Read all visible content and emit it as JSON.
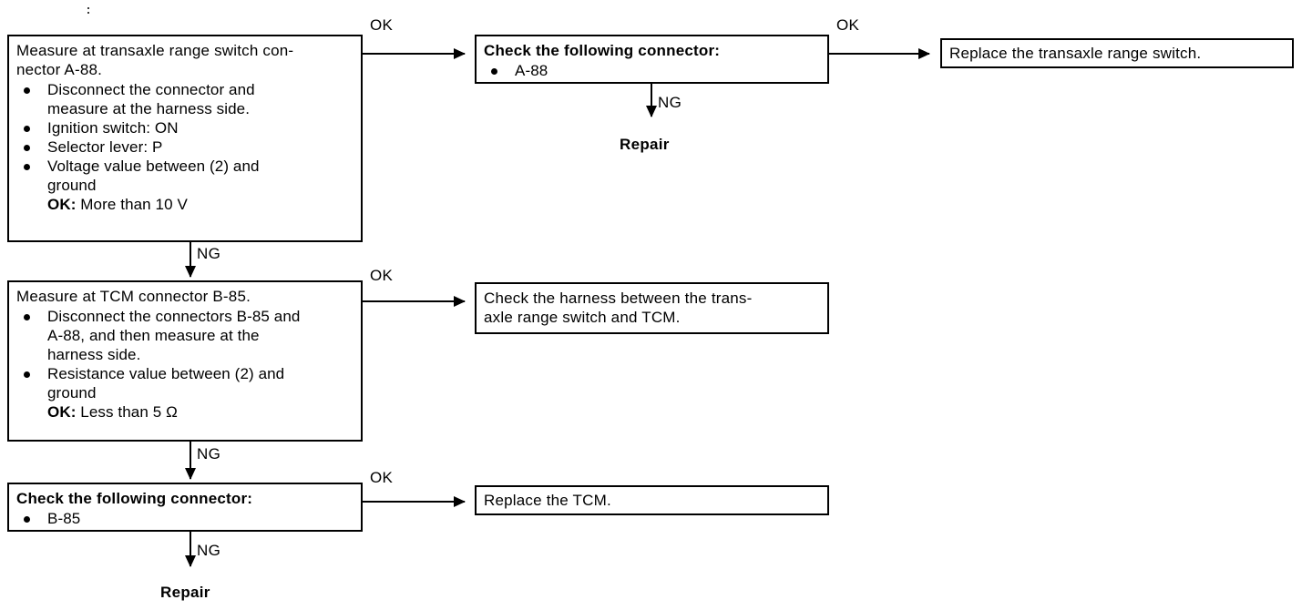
{
  "diagram": {
    "type": "troubleshooting-flowchart",
    "boxes": [
      {
        "id": "measure-transaxle-range-switch",
        "title": "Measure at transaxle range switch con-\nnector A-88.",
        "title_bold": false,
        "bullets": [
          {
            "lines": [
              "Disconnect the connector and",
              "measure at the harness side."
            ]
          },
          {
            "lines": [
              "Ignition switch: ON"
            ]
          },
          {
            "lines": [
              "Selector lever: P"
            ]
          },
          {
            "lines": [
              "Voltage value between (2) and",
              "ground"
            ],
            "result_prefix": "OK:",
            "result_value": " More than 10 V"
          }
        ]
      },
      {
        "id": "check-connector-a88",
        "title": "Check the following connector:",
        "title_bold": true,
        "bullets": [
          {
            "lines": [
              "A-88"
            ]
          }
        ]
      },
      {
        "id": "replace-transaxle-range-switch",
        "title": "Replace the transaxle range switch.",
        "title_bold": false,
        "bullets": []
      },
      {
        "id": "measure-tcm-connector",
        "title": "Measure at TCM connector B-85.",
        "title_bold": false,
        "bullets": [
          {
            "lines": [
              "Disconnect the connectors B-85 and",
              "A-88, and then measure at the",
              "harness side."
            ]
          },
          {
            "lines": [
              "Resistance value between (2) and",
              "ground"
            ],
            "result_prefix": "OK:",
            "result_value": " Less than 5 Ω"
          }
        ]
      },
      {
        "id": "check-harness",
        "title": "Check the harness between the trans-\naxle range switch and TCM.",
        "title_bold": false,
        "bullets": []
      },
      {
        "id": "check-connector-b85",
        "title": "Check the following connector:",
        "title_bold": true,
        "bullets": [
          {
            "lines": [
              "B-85"
            ]
          }
        ]
      },
      {
        "id": "replace-tcm",
        "title": "Replace the TCM.",
        "title_bold": false,
        "bullets": []
      }
    ],
    "edge_labels": {
      "ok": "OK",
      "ng": "NG"
    },
    "terminals": {
      "repair_top": "Repair",
      "repair_bottom": "Repair"
    },
    "colors": {
      "line": "#000000",
      "background": "#ffffff",
      "text": "#000000"
    }
  }
}
